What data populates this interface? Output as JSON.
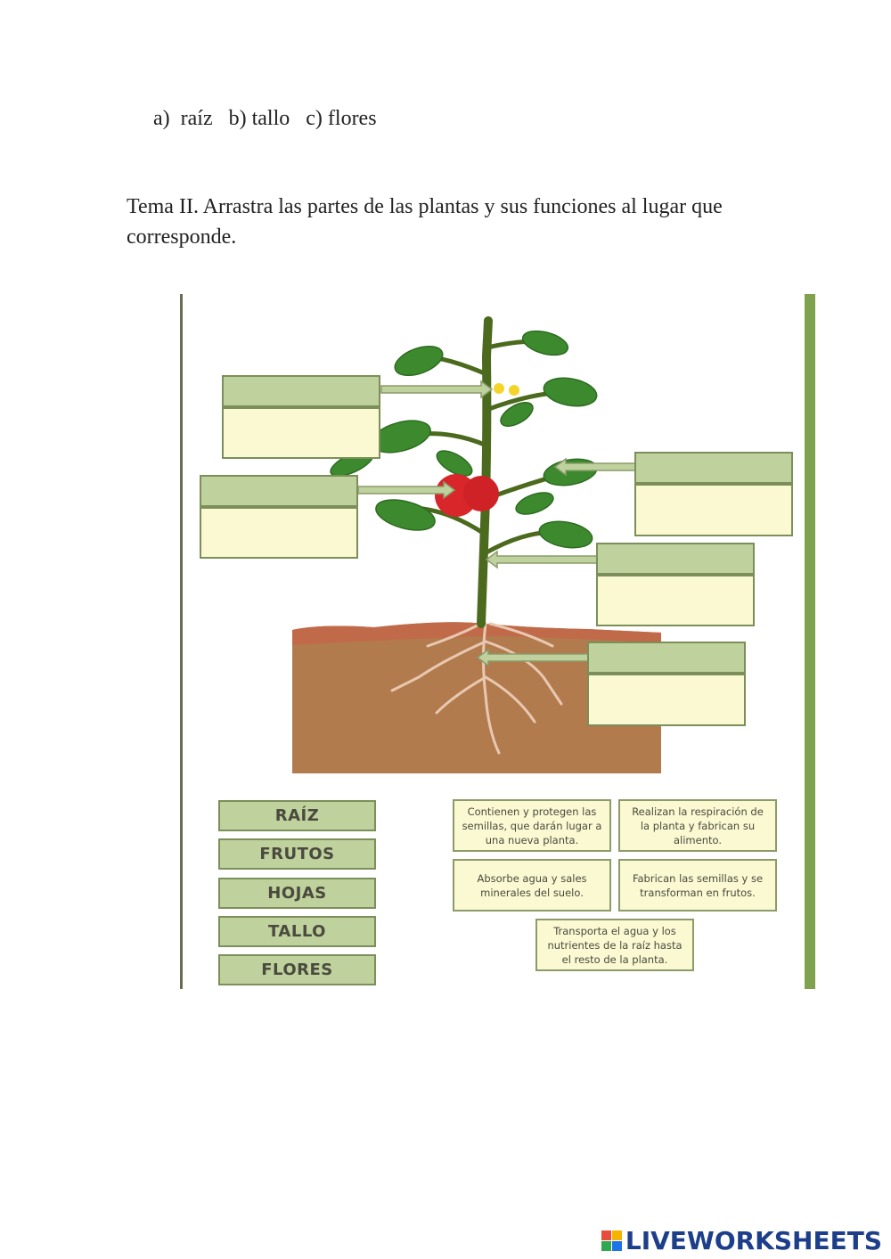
{
  "options_line": "a)  raíz   b) tallo   c) flores",
  "instruction": "Tema II. Arrastra las partes de las plantas y sus funciones al lugar que corresponde.",
  "parts": [
    "RAÍZ",
    "FRUTOS",
    "HOJAS",
    "TALLO",
    "FLORES"
  ],
  "functions": [
    "Contienen y protegen las semillas, que darán lugar a una nueva planta.",
    "Realizan la respiración de la planta y fabrican su alimento.",
    "Absorbe agua y sales minerales del suelo.",
    "Fabrican las semillas y se transforman en frutos.",
    "Transporta el agua y los nutrientes de la raíz hasta el resto de la planta."
  ],
  "brand": "LIVEWORKSHEETS",
  "colors": {
    "label_green": "#bfd19c",
    "card_cream": "#fbf9d2",
    "border_green": "#7c8f5a",
    "soil": "#b27b4e",
    "brand_blue": "#1d3f8a"
  }
}
